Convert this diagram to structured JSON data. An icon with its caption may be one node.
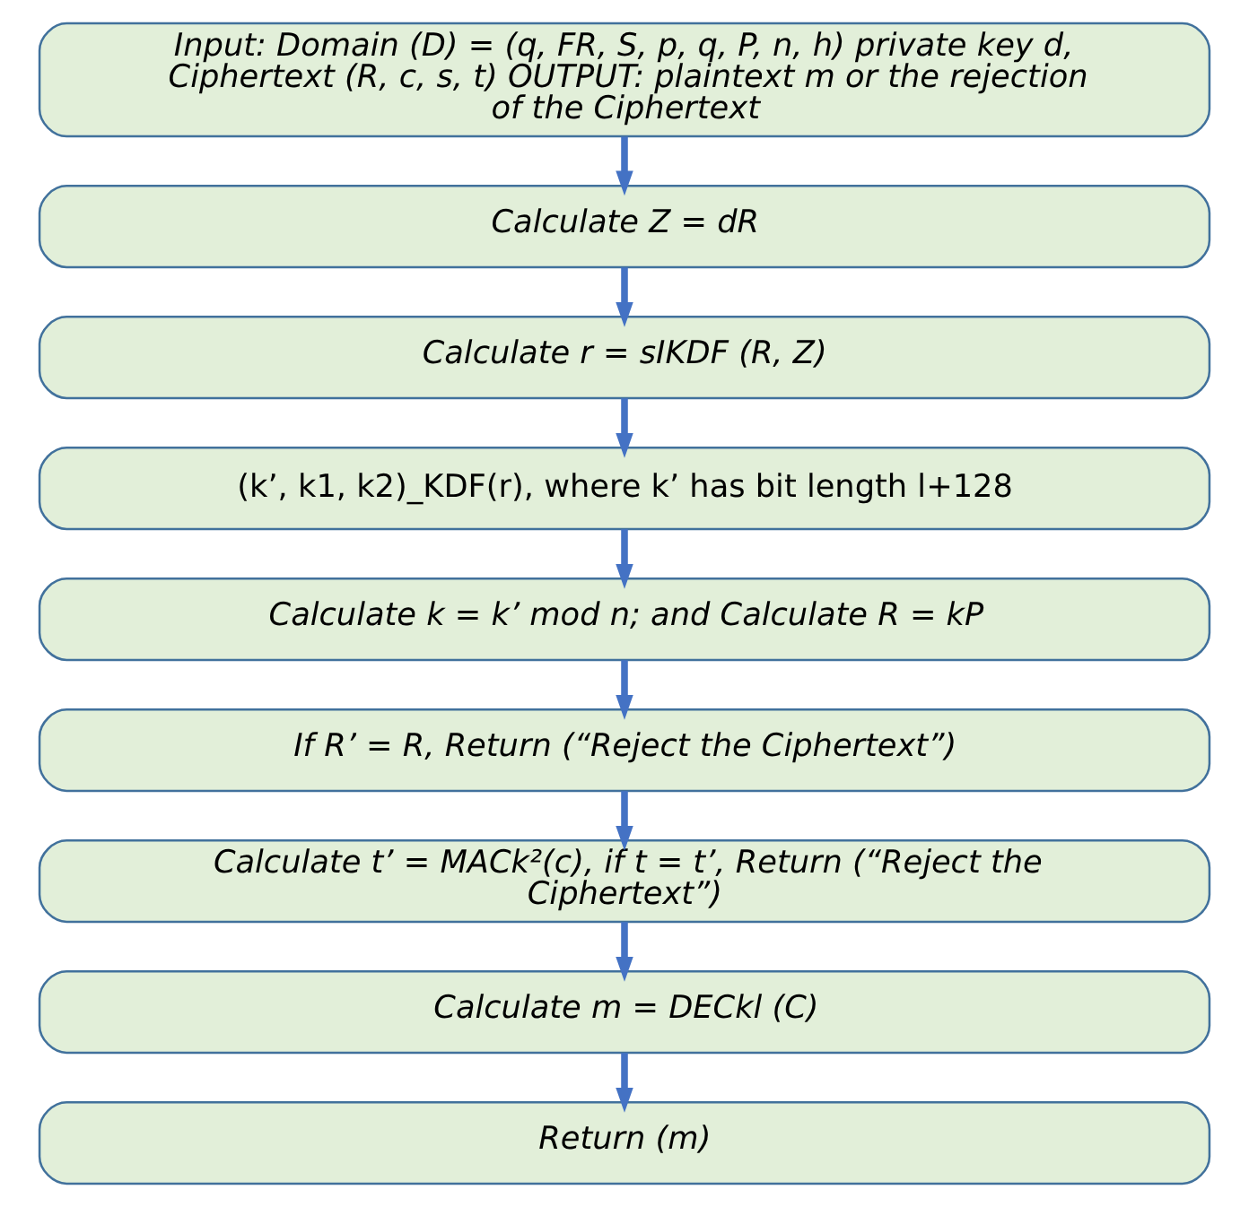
{
  "diagram": {
    "nodes": [
      {
        "text": [
          "Input: Domain (D) = (q, FR, S, p, q, P, n, h) private key d, Ciphertext (R, c, s, t) OUTPUT: plaintext m or the rejection of the Ciphertext"
        ]
      },
      {
        "text": [
          "Calculate Z = dR"
        ]
      },
      {
        "text": [
          "Calculate r = sIKDF (R, Z)"
        ]
      },
      {
        "text": [
          "(k’, k1, k2)_KDF(r), where k’ has bit length l+128"
        ]
      },
      {
        "text": [
          "Calculate k = k’ mod n; and Calculate R = kP"
        ]
      },
      {
        "text": [
          "If R’ = R, Return (“Reject the Ciphertext”)"
        ]
      },
      {
        "text": [
          "Calculate t’ = MACk²(c), if t = t’, Return (“Reject the Ciphertext”)"
        ]
      },
      {
        "text": [
          "Calculate m = DECkl (C)"
        ]
      },
      {
        "text": [
          "Return (m)"
        ]
      }
    ],
    "edges": [
      {
        "from": 0,
        "to": 1,
        "arrow": "to"
      },
      {
        "from": 1,
        "to": 2,
        "arrow": "to"
      },
      {
        "from": 2,
        "to": 3,
        "arrow": "to"
      },
      {
        "from": 3,
        "to": 4,
        "arrow": "to"
      },
      {
        "from": 4,
        "to": 5,
        "arrow": "to"
      },
      {
        "from": 5,
        "to": 6,
        "arrow": "to"
      },
      {
        "from": 6,
        "to": 7,
        "arrow": "to"
      },
      {
        "from": 7,
        "to": 8,
        "arrow": "to"
      }
    ]
  }
}
